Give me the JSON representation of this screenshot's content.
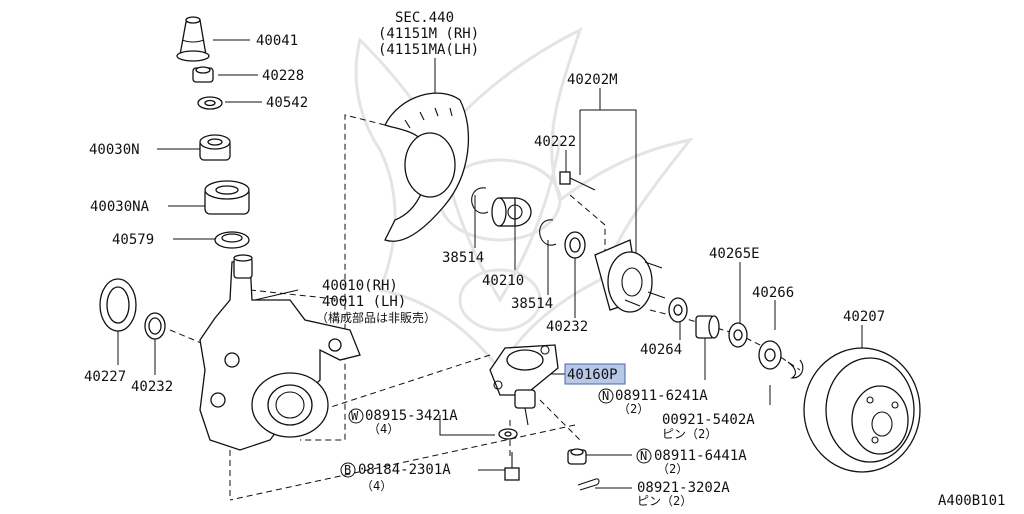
{
  "diagram": {
    "labels": {
      "p40041": "40041",
      "p40228": "40228",
      "p40542": "40542",
      "p40030N": "40030N",
      "p40030NA": "40030NA",
      "p40579": "40579",
      "p40227": "40227",
      "p40232a": "40232",
      "sec_title": "SEC.440",
      "sec_rh": "(41151M  (RH)",
      "sec_lh": "(41151MA(LH)",
      "p38514a": "38514",
      "p40210": "40210",
      "p38514b": "38514",
      "p40232b": "40232",
      "p40202M": "40202M",
      "p40222": "40222",
      "knuckle_rh": "40010(RH)",
      "knuckle_lh": "40011 (LH)",
      "knuckle_note": "（構成部品は非販売）",
      "p40265E": "40265E",
      "p40266": "40266",
      "p40207": "40207",
      "p40264": "40264",
      "p40160P": "40160P",
      "n_08911_6241A": "08911-6241A",
      "n_08911_6241A_qty": "（2）",
      "p00921_5402A": "00921-5402A",
      "p00921_5402A_qty": "ピン（2）",
      "w_08915_3421A": "08915-3421A",
      "w_08915_3421A_qty": "（4）",
      "n_08911_6441A": "08911-6441A",
      "n_08911_6441A_qty": "（2）",
      "b_08184_2301A": "08184-2301A",
      "b_08184_2301A_qty": "（4）",
      "p08921_3202A": "08921-3202A",
      "p08921_3202A_qty": "ピン（2）",
      "mark_N": "N",
      "mark_W": "W",
      "mark_B": "B",
      "code": "A400B101"
    },
    "highlight_color": "#b8c8e8"
  }
}
